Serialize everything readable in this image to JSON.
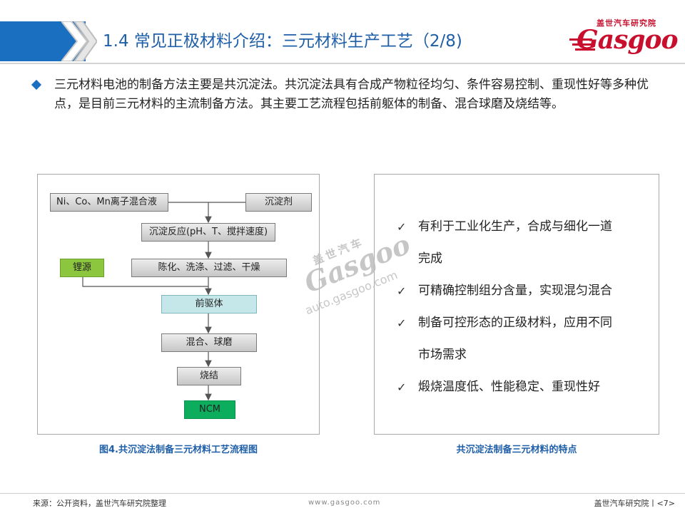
{
  "header": {
    "title": "1.4 常见正极材料介绍：三元材料生产工艺（2/8)"
  },
  "logo": {
    "cn": "盖世汽车研究院",
    "word": "Gasgoo"
  },
  "intro": {
    "text": "三元材料电池的制备方法主要是共沉淀法。共沉淀法具有合成产物粒径均匀、条件容易控制、重现性好等多种优点，是目前三元材料的主流制备方法。其主要工艺流程包括前躯体的制备、混合球磨及烧结等。"
  },
  "flow": {
    "ion_solution": "Ni、Co、Mn离子混合液",
    "precipitant": "沉淀剂",
    "reaction": "沉淀反应(pH、T、搅拌速度)",
    "lithium": "锂源",
    "processing": "陈化、洗涤、过滤、干燥",
    "precursor": "前驱体",
    "milling": "混合、球磨",
    "sintering": "烧结",
    "product": "NCM",
    "caption": "图4.共沉淀法制备三元材料工艺流程图"
  },
  "features": {
    "check": "✓",
    "rows": [
      {
        "text": "有利于工业化生产，合成与细化一道",
        "check": true
      },
      {
        "text": "完成",
        "check": false
      },
      {
        "text": "可精确控制组分含量，实现混匀混合",
        "check": true
      },
      {
        "text": "制备可控形态的正级材料，应用不同",
        "check": true
      },
      {
        "text": "市场需求",
        "check": false
      },
      {
        "text": "煅烧温度低、性能稳定、重现性好",
        "check": true
      }
    ],
    "caption": "共沉淀法制备三元材料的特点"
  },
  "watermark": {
    "cn": "盖世汽车",
    "logo": "Gasgoo",
    "url": "auto.gasgoo.com"
  },
  "footer": {
    "source": "来源：公开资料，盖世汽车研究院整理",
    "url": "www.gasgoo.com",
    "right": "盖世汽车研究院丨<7>"
  },
  "colors": {
    "accent": "#1a6fc0",
    "brand_red": "#c8102e",
    "lithium_green": "#8cc63e",
    "precursor_teal": "#c6e7ea",
    "product_green": "#0cae5d"
  }
}
